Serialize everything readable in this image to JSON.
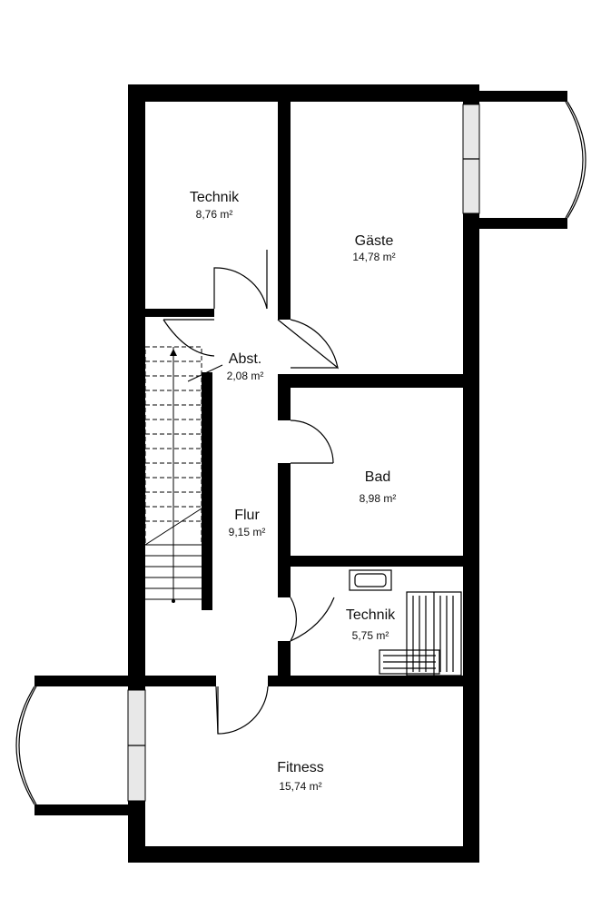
{
  "colors": {
    "wall": "#000000",
    "background": "#ffffff",
    "window": "#e8e8e8"
  },
  "rooms": [
    {
      "id": "technik_top",
      "name": "Technik",
      "area": "8,76 m²"
    },
    {
      "id": "gaeste",
      "name": "Gäste",
      "area": "14,78 m²"
    },
    {
      "id": "abst",
      "name": "Abst.",
      "area": "2,08 m²"
    },
    {
      "id": "bad",
      "name": "Bad",
      "area": "8,98 m²"
    },
    {
      "id": "flur",
      "name": "Flur",
      "area": "9,15 m²"
    },
    {
      "id": "technik_small",
      "name": "Technik",
      "area": "5,75 m²"
    },
    {
      "id": "fitness",
      "name": "Fitness",
      "area": "15,74 m²"
    }
  ]
}
